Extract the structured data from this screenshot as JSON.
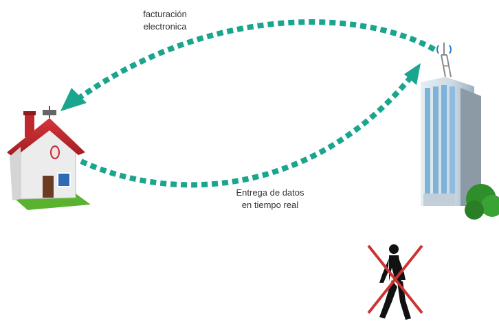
{
  "labels": {
    "top_line1": "facturación",
    "top_line2": "electronica",
    "bottom_line1": "Entrega de datos",
    "bottom_line2": "en tiempo real"
  },
  "colors": {
    "arrow": "#1aa58f",
    "cross": "#cc3333",
    "house_roof": "#c0282d",
    "house_wall": "#e9e9e9",
    "grass": "#59b32f",
    "building": "#d3e1ea",
    "building_windows": "#7fb2d8",
    "tree": "#2e8f2a",
    "person": "#111111"
  },
  "icons": {
    "house": "house-icon",
    "building": "office-building-icon",
    "antenna": "antenna-tower-icon",
    "person": "walking-person-icon",
    "cross": "cross-out-icon"
  }
}
